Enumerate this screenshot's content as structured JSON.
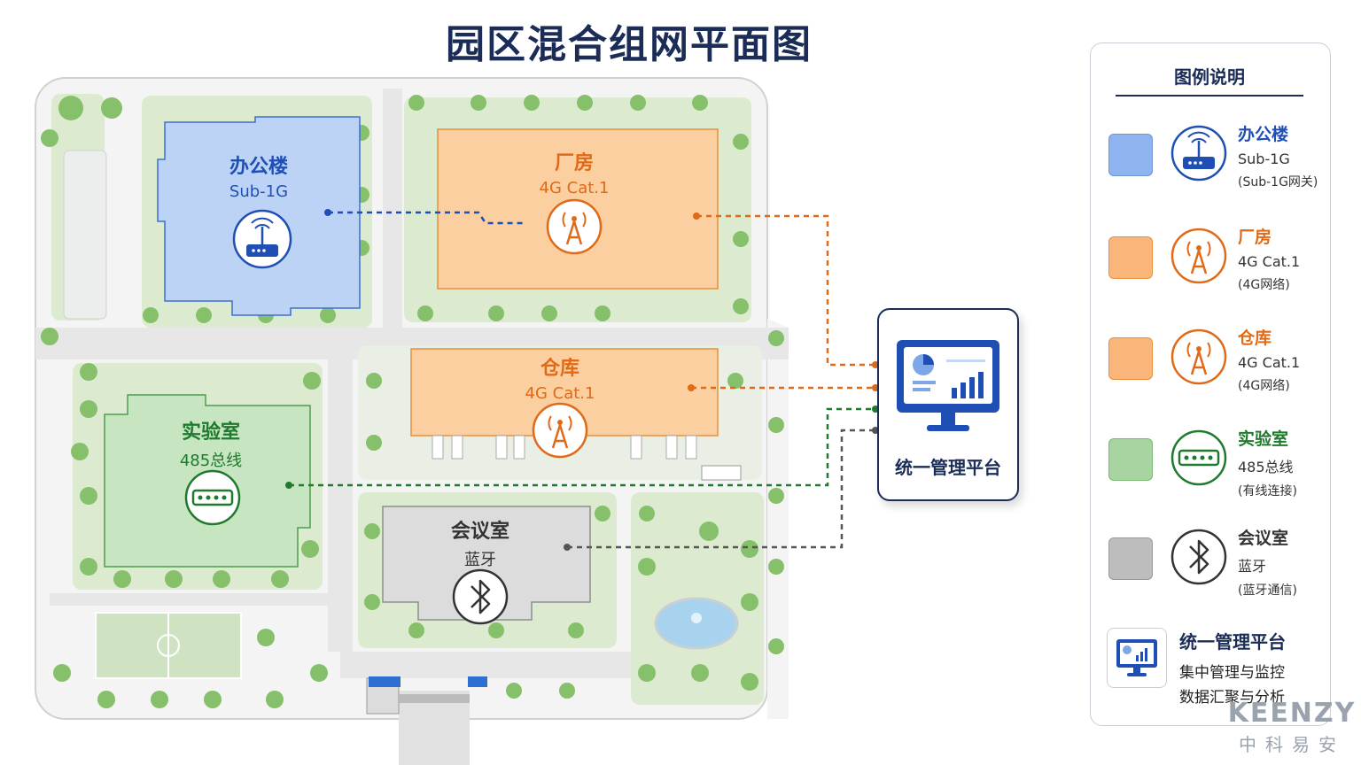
{
  "title": "园区混合组网平面图",
  "buildings": {
    "office": {
      "name": "办公楼",
      "tech": "Sub-1G",
      "color": "#bcd3f5",
      "accent": "#1f4fb5"
    },
    "factory": {
      "name": "厂房",
      "tech": "4G Cat.1",
      "color": "#fbcf9f",
      "accent": "#e06a17"
    },
    "warehouse": {
      "name": "仓库",
      "tech": "4G Cat.1",
      "color": "#fbcf9f",
      "accent": "#e06a17"
    },
    "lab": {
      "name": "实验室",
      "tech": "485总线",
      "color": "#c6e5c0",
      "accent": "#1f7a2e"
    },
    "meeting": {
      "name": "会议室",
      "tech": "蓝牙",
      "color": "#dcdcdc",
      "accent": "#555555"
    }
  },
  "platform": {
    "name": "统一管理平台"
  },
  "legend": {
    "title": "图例说明",
    "items": [
      {
        "name": "办公楼",
        "tech": "Sub-1G",
        "desc": "(Sub-1G网关)",
        "color": "#8fb3ee",
        "accent": "#1f4fb5",
        "icon": "router-icon"
      },
      {
        "name": "厂房",
        "tech": "4G Cat.1",
        "desc": "(4G网络)",
        "color": "#f9b57a",
        "accent": "#e06a17",
        "icon": "cell-tower-icon"
      },
      {
        "name": "仓库",
        "tech": "4G Cat.1",
        "desc": "(4G网络)",
        "color": "#f9b57a",
        "accent": "#e06a17",
        "icon": "cell-tower-icon"
      },
      {
        "name": "实验室",
        "tech": "485总线",
        "desc": "(有线连接)",
        "color": "#a8d4a2",
        "accent": "#1f7a2e",
        "icon": "bus-terminal-icon"
      },
      {
        "name": "会议室",
        "tech": "蓝牙",
        "desc": "(蓝牙通信)",
        "color": "#bdbdbd",
        "accent": "#555555",
        "icon": "bluetooth-icon"
      }
    ],
    "platform": {
      "name": "统一管理平台",
      "line1": "集中管理与监控",
      "line2": "数据汇聚与分析"
    }
  },
  "brand": {
    "en": "KEENZY",
    "cn": "中科易安"
  }
}
